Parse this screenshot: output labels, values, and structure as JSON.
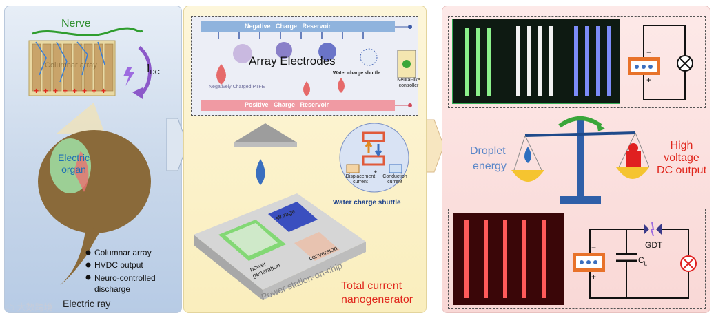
{
  "left_panel": {
    "nerve": "Nerve",
    "columnar_array_label": "Columnar array",
    "idc_label": "I",
    "idc_sub": "DC",
    "electric_organ": "Electric organ",
    "bullets": [
      "Columnar array",
      "HVDC output",
      "Neuro-controlled discharge"
    ],
    "caption": "Electric ray"
  },
  "middle_panel": {
    "negative_reservoir": "Negative   Charge   Reservoir",
    "positive_reservoir": "Positive   Charge   Reservoir",
    "array_electrodes": "Array Electrodes",
    "ptfe": "Negatively Charged PTFE",
    "water_charge_shuttle_small": "Water charge shuttle",
    "neural_controller": "Neural-like controller",
    "displacement_current": "Displacement current",
    "conduction_current": "Conduction current",
    "plus": "+",
    "water_charge_shuttle": "Water charge shuttle",
    "storage": "storage",
    "conversion": "conversion",
    "power_generation": "power generation",
    "chip_label": "Power station-on-chip",
    "title_line1": "Total current",
    "title_line2": "nanogenerator"
  },
  "right_panel": {
    "droplet_energy_line1": "Droplet",
    "droplet_energy_line2": "energy",
    "hv_line1": "High",
    "hv_line2": "voltage",
    "hv_line3": "DC output",
    "minus": "−",
    "plus": "+",
    "gdt": "GDT",
    "cap_label": "C",
    "cap_sub": "L"
  },
  "watermark": "大数跨境",
  "colors": {
    "left_bg": "#c9d8ea",
    "middle_bg": "#fbf1c8",
    "right_bg": "#fbe6e4",
    "red_text": "#e0261c",
    "blue_text": "#5a86c8",
    "ray_brown": "#8a6a3a"
  }
}
